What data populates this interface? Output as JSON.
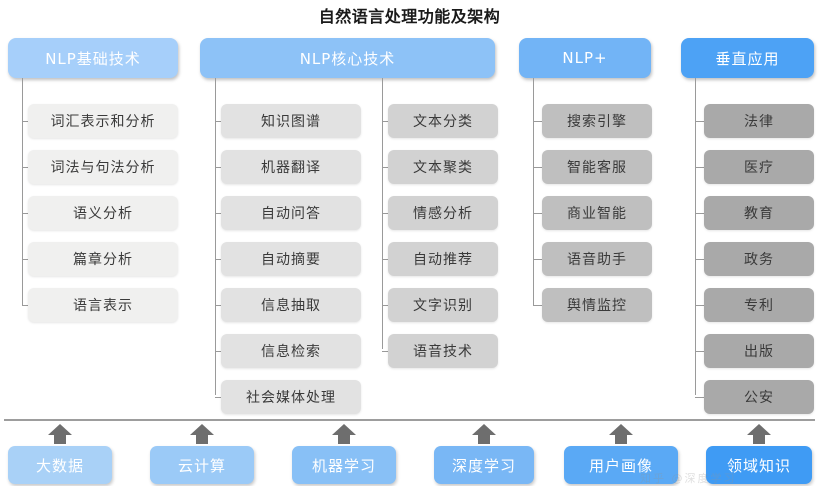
{
  "title": "自然语言处理功能及架构",
  "colors": {
    "header_blues": [
      "#a6cffa",
      "#8dc2f7",
      "#72b4f6",
      "#4da2f5"
    ],
    "foundation_blues": [
      "#a9d1f7",
      "#9bcaf7",
      "#88c0f6",
      "#79b7f5",
      "#5aa9f5",
      "#3f9bf4"
    ],
    "leaf_greys": [
      "#f0f0ef",
      "#e2e2e2",
      "#d2d2d2",
      "#bfbfbf",
      "#a9a9a9"
    ],
    "line": "#9a9a9a",
    "title_color": "#1a1a1a"
  },
  "columns": [
    {
      "header": "NLP基础技术",
      "items": [
        "词汇表示和分析",
        "词法与句法分析",
        "语义分析",
        "篇章分析",
        "语言表示"
      ]
    },
    {
      "header": "NLP核心技术",
      "items": [
        "知识图谱",
        "机器翻译",
        "自动问答",
        "自动摘要",
        "信息抽取",
        "信息检索",
        "社会媒体处理"
      ],
      "items_b": [
        "文本分类",
        "文本聚类",
        "情感分析",
        "自动推荐",
        "文字识别",
        "语音技术"
      ]
    },
    {
      "header": "NLP+",
      "items": [
        "搜索引擎",
        "智能客服",
        "商业智能",
        "语音助手",
        "舆情监控"
      ]
    },
    {
      "header": "垂直应用",
      "items": [
        "法律",
        "医疗",
        "教育",
        "政务",
        "专利",
        "出版",
        "公安"
      ]
    }
  ],
  "foundation": {
    "items": [
      "大数据",
      "云计算",
      "机器学习",
      "深度学习",
      "用户画像",
      "领域知识"
    ],
    "arrow_icon": "arrow-up-icon"
  },
  "watermark": "知乎 @深度学习"
}
